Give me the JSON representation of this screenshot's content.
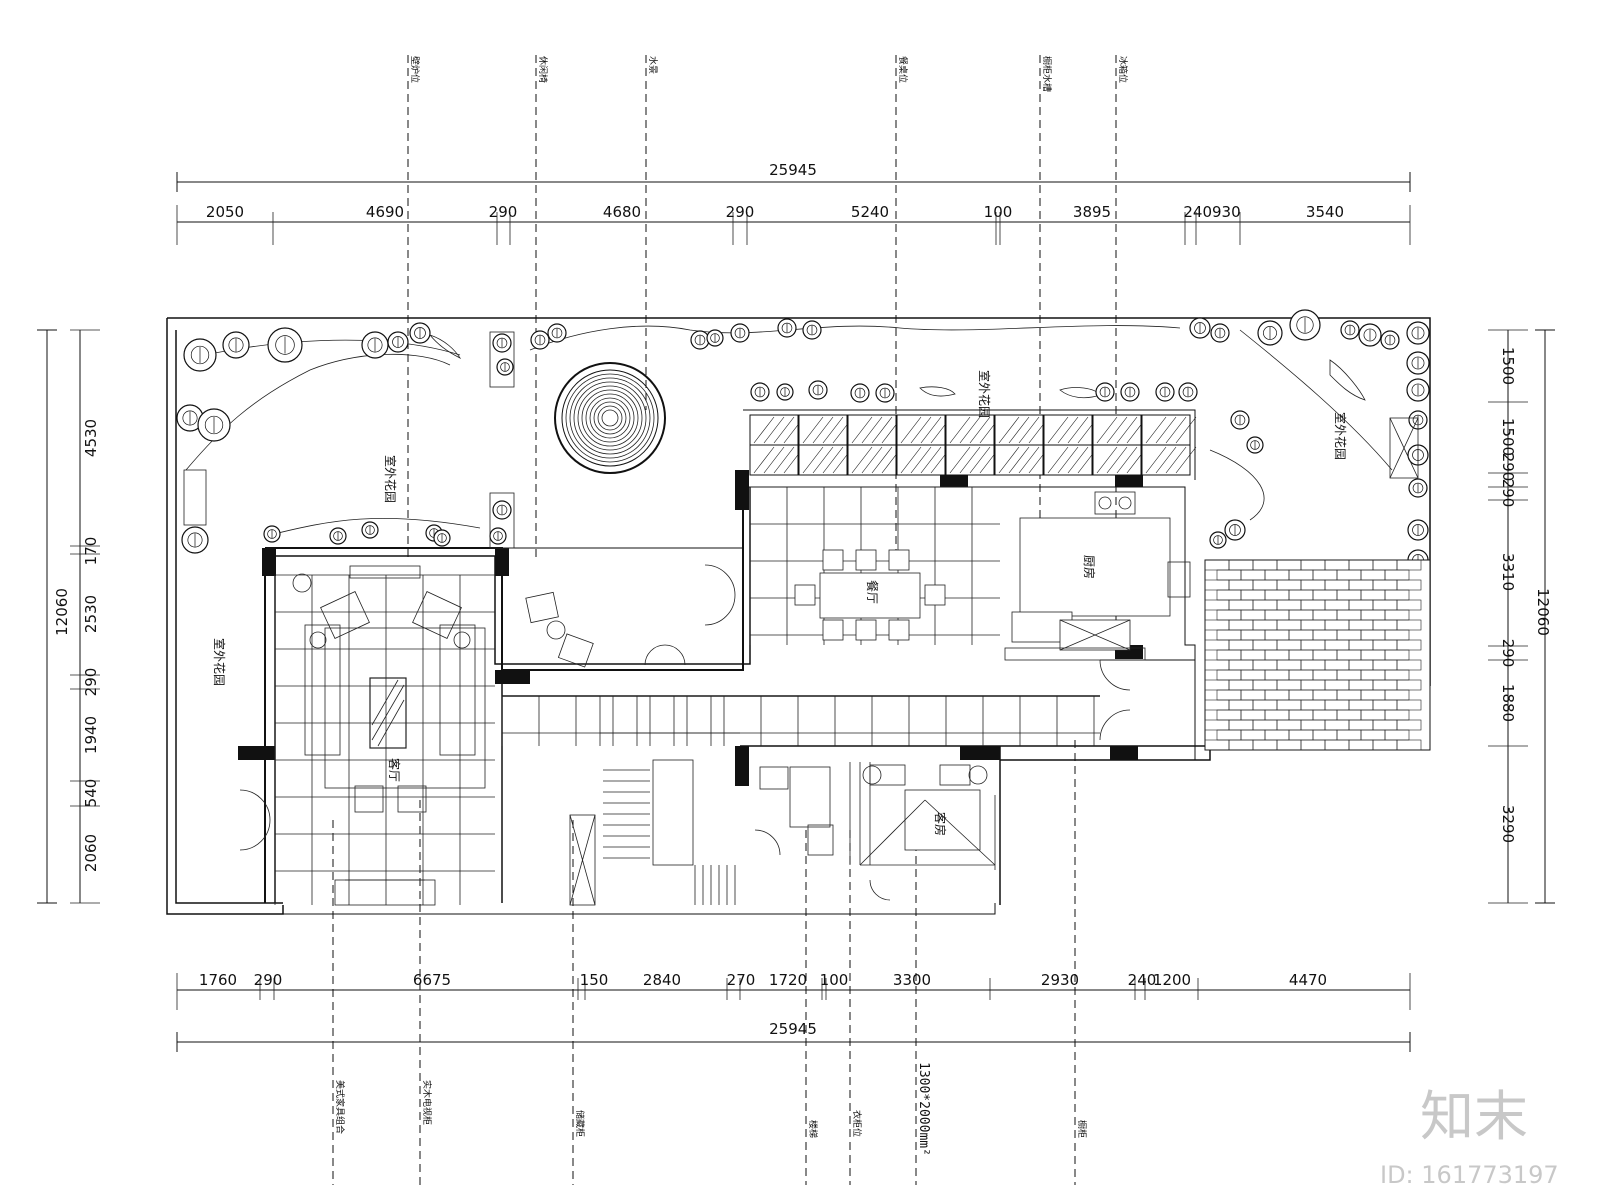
{
  "dimensions": {
    "top_total": "25945",
    "top_segments": [
      "2050",
      "4690",
      "290",
      "4680",
      "290",
      "5240",
      "100",
      "3895",
      "240930",
      "3540"
    ],
    "bottom_segments": [
      "1760",
      "290",
      "6675",
      "150",
      "2840",
      "270",
      "1720",
      "100",
      "3300",
      "2930",
      "240",
      "1200",
      "4470"
    ],
    "bottom_total": "25945",
    "left_outer": "12060",
    "left_segments": [
      "4530",
      "170",
      "2530",
      "290",
      "1940",
      "540",
      "2060"
    ],
    "right_outer": "12060",
    "right_segments": [
      "1500",
      "1500",
      "290",
      "290",
      "3310",
      "290",
      "1880",
      "3290"
    ]
  },
  "rooms": {
    "living_room": "客厅",
    "dining_room": "餐厅",
    "kitchen": "厨房",
    "guest_room": "客房",
    "outdoor_garden_left_upper": "室外花园",
    "outdoor_garden_left_lower": "室外花园",
    "outdoor_garden_top": "室外花园",
    "outdoor_garden_right": "室外花园"
  },
  "callouts": {
    "top": [
      "壁炉位",
      "休闲椅",
      "水景",
      "餐桌位",
      "橱柜水槽",
      "冰箱位"
    ],
    "bottom": [
      "美式家具组合",
      "实木电视柜",
      "储藏柜",
      "楼梯",
      "衣柜位",
      "橱柜"
    ]
  },
  "spec_label": "1300*2000mm²",
  "watermark": {
    "logo": "知末",
    "id": "ID: 161773197"
  }
}
